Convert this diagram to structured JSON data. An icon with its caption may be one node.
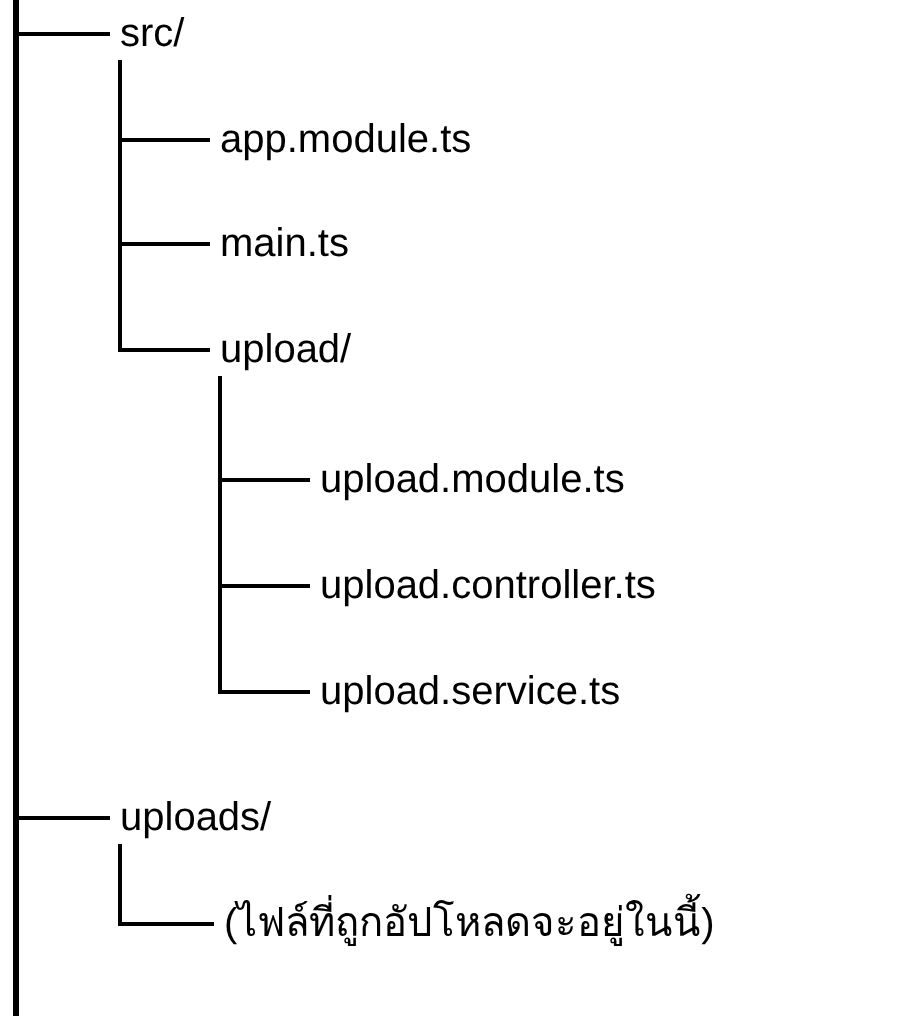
{
  "diagram": {
    "nodes": [
      {
        "text": [
          "src/"
        ]
      },
      {
        "text": [
          "app.module.ts"
        ]
      },
      {
        "text": [
          "main.ts"
        ]
      },
      {
        "text": [
          "upload/"
        ]
      },
      {
        "text": [
          "upload.module.ts"
        ]
      },
      {
        "text": [
          "upload.controller.ts"
        ]
      },
      {
        "text": [
          "upload.service.ts"
        ]
      },
      {
        "text": [
          "uploads/"
        ]
      },
      {
        "text": [
          "(ไฟล์ที่ถูกอัปโหลดจะอยู่ในนี้)"
        ]
      }
    ],
    "edges": [
      {
        "from": null,
        "to": 0,
        "arrow": "none"
      },
      {
        "from": 0,
        "to": 1,
        "arrow": "none"
      },
      {
        "from": 0,
        "to": 2,
        "arrow": "none"
      },
      {
        "from": 0,
        "to": 3,
        "arrow": "none"
      },
      {
        "from": 3,
        "to": 4,
        "arrow": "none"
      },
      {
        "from": 3,
        "to": 5,
        "arrow": "none"
      },
      {
        "from": 3,
        "to": 6,
        "arrow": "none"
      },
      {
        "from": null,
        "to": 7,
        "arrow": "none"
      },
      {
        "from": 7,
        "to": 8,
        "arrow": "none"
      }
    ]
  }
}
